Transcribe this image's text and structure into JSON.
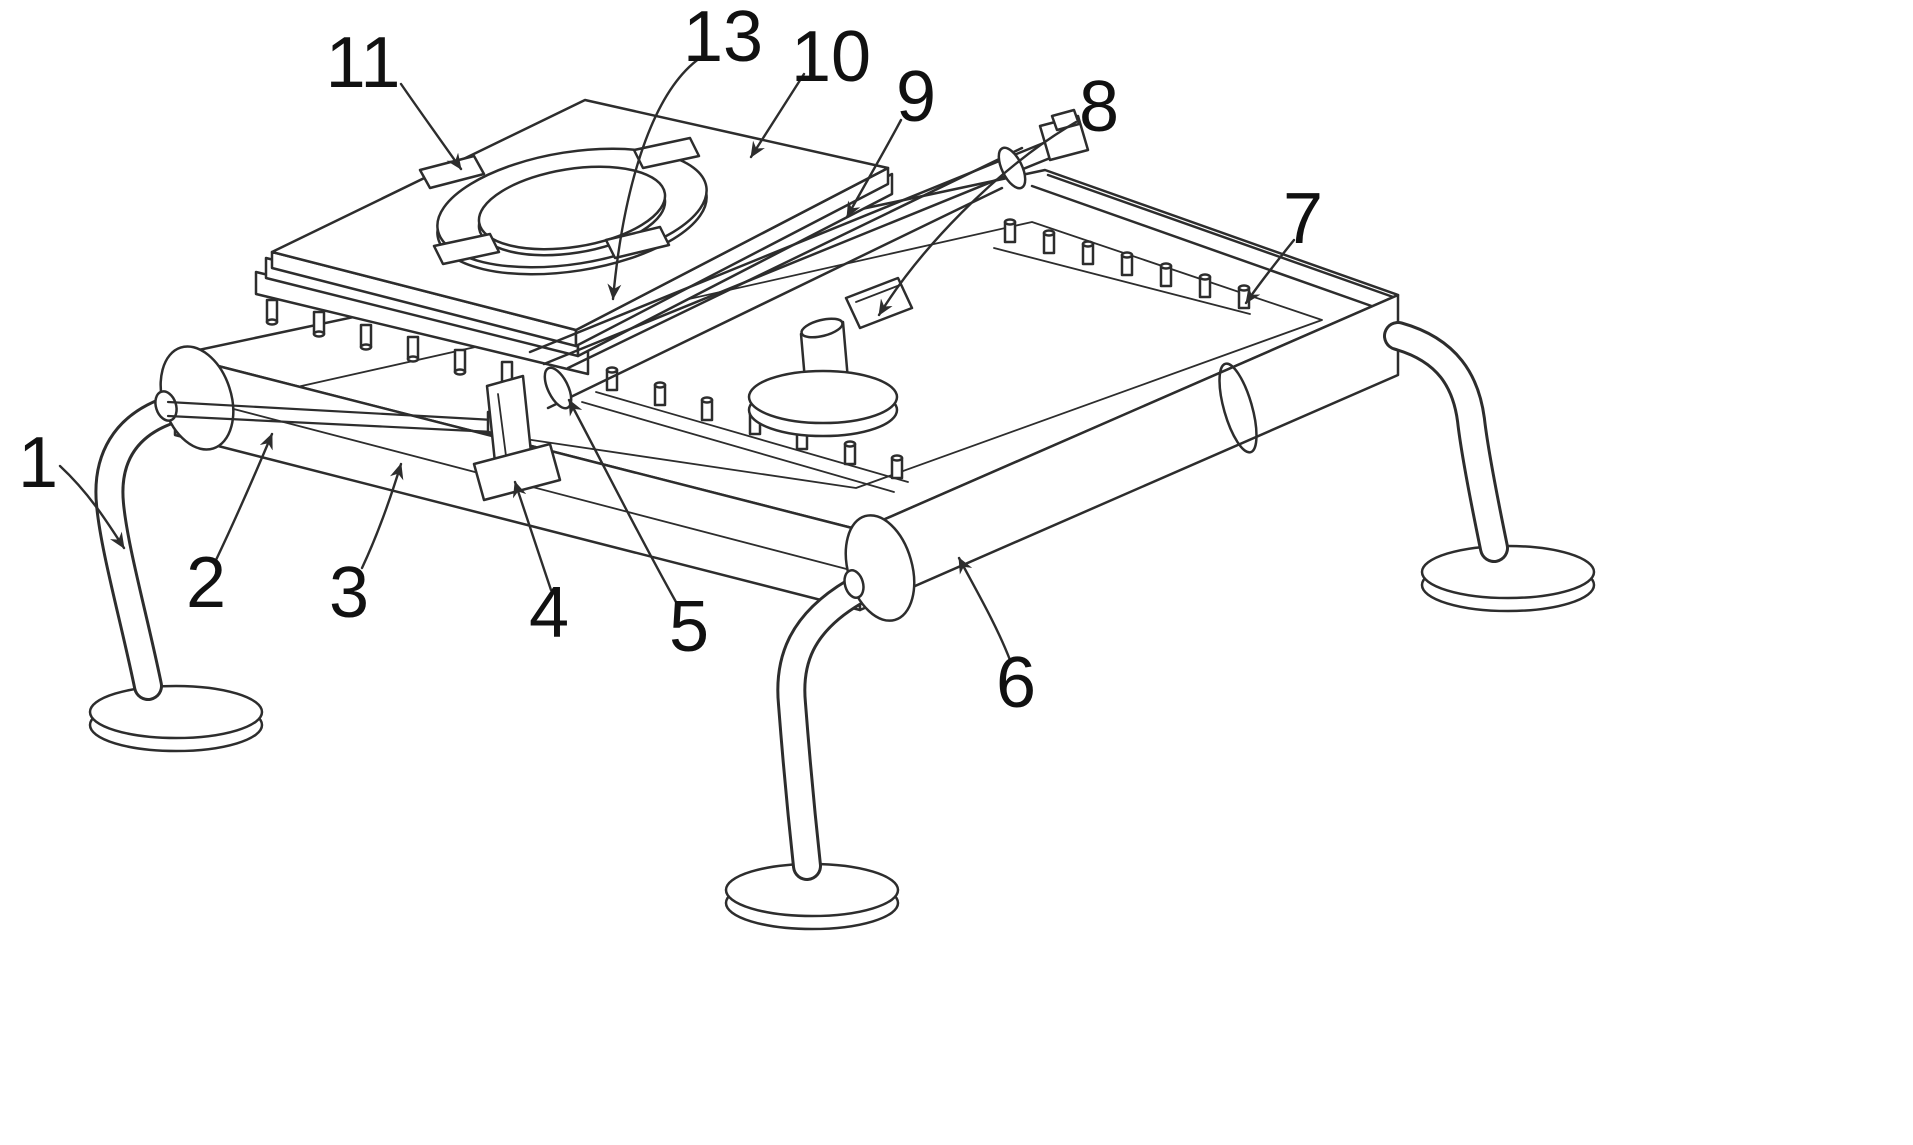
{
  "figure": {
    "type": "patent-style isometric line drawing of a conveyor apparatus",
    "callouts": [
      {
        "text": "1"
      },
      {
        "text": "2"
      },
      {
        "text": "3"
      },
      {
        "text": "4"
      },
      {
        "text": "5"
      },
      {
        "text": "6"
      },
      {
        "text": "7"
      },
      {
        "text": "8"
      },
      {
        "text": "9"
      },
      {
        "text": "10"
      },
      {
        "text": "11"
      },
      {
        "text": "13"
      }
    ]
  },
  "style": {
    "background": "#ffffff",
    "line_color": "#2d2d2d",
    "label_color": "#111111"
  }
}
